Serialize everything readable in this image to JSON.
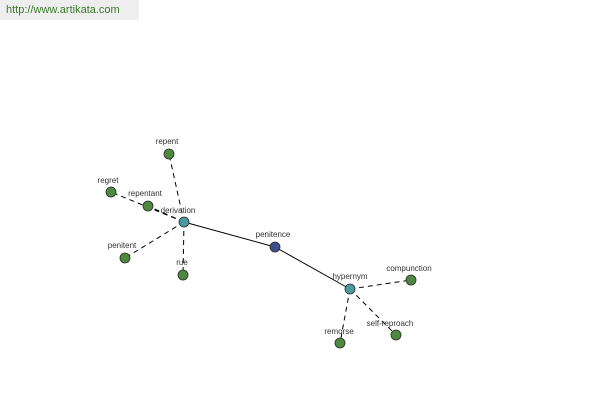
{
  "banner": {
    "url": "http://www.artikata.com"
  },
  "colors": {
    "center_node": "#3b4f8f",
    "hub_node": "#4a9aa0",
    "leaf_node": "#4e8a3e",
    "node_stroke": "#2b2b2b",
    "edge": "#000000",
    "banner_bg": "#eeeeee",
    "banner_text": "#3a7a2a"
  },
  "graph": {
    "center": {
      "id": "penitence",
      "label": "penitence"
    },
    "hubs": [
      {
        "id": "derivation",
        "label": "derivation"
      },
      {
        "id": "hypernym",
        "label": "hypernym"
      }
    ],
    "leaves": [
      {
        "id": "repent",
        "label": "repent",
        "parent": "derivation"
      },
      {
        "id": "regret",
        "label": "regret",
        "parent": "derivation"
      },
      {
        "id": "repentant",
        "label": "repentant",
        "parent": "derivation"
      },
      {
        "id": "penitent",
        "label": "penitent",
        "parent": "derivation"
      },
      {
        "id": "rue",
        "label": "rue",
        "parent": "derivation"
      },
      {
        "id": "compunction",
        "label": "compunction",
        "parent": "hypernym"
      },
      {
        "id": "remorse",
        "label": "remorse",
        "parent": "hypernym"
      },
      {
        "id": "self-reproach",
        "label": "self-reproach",
        "parent": "hypernym"
      }
    ]
  }
}
